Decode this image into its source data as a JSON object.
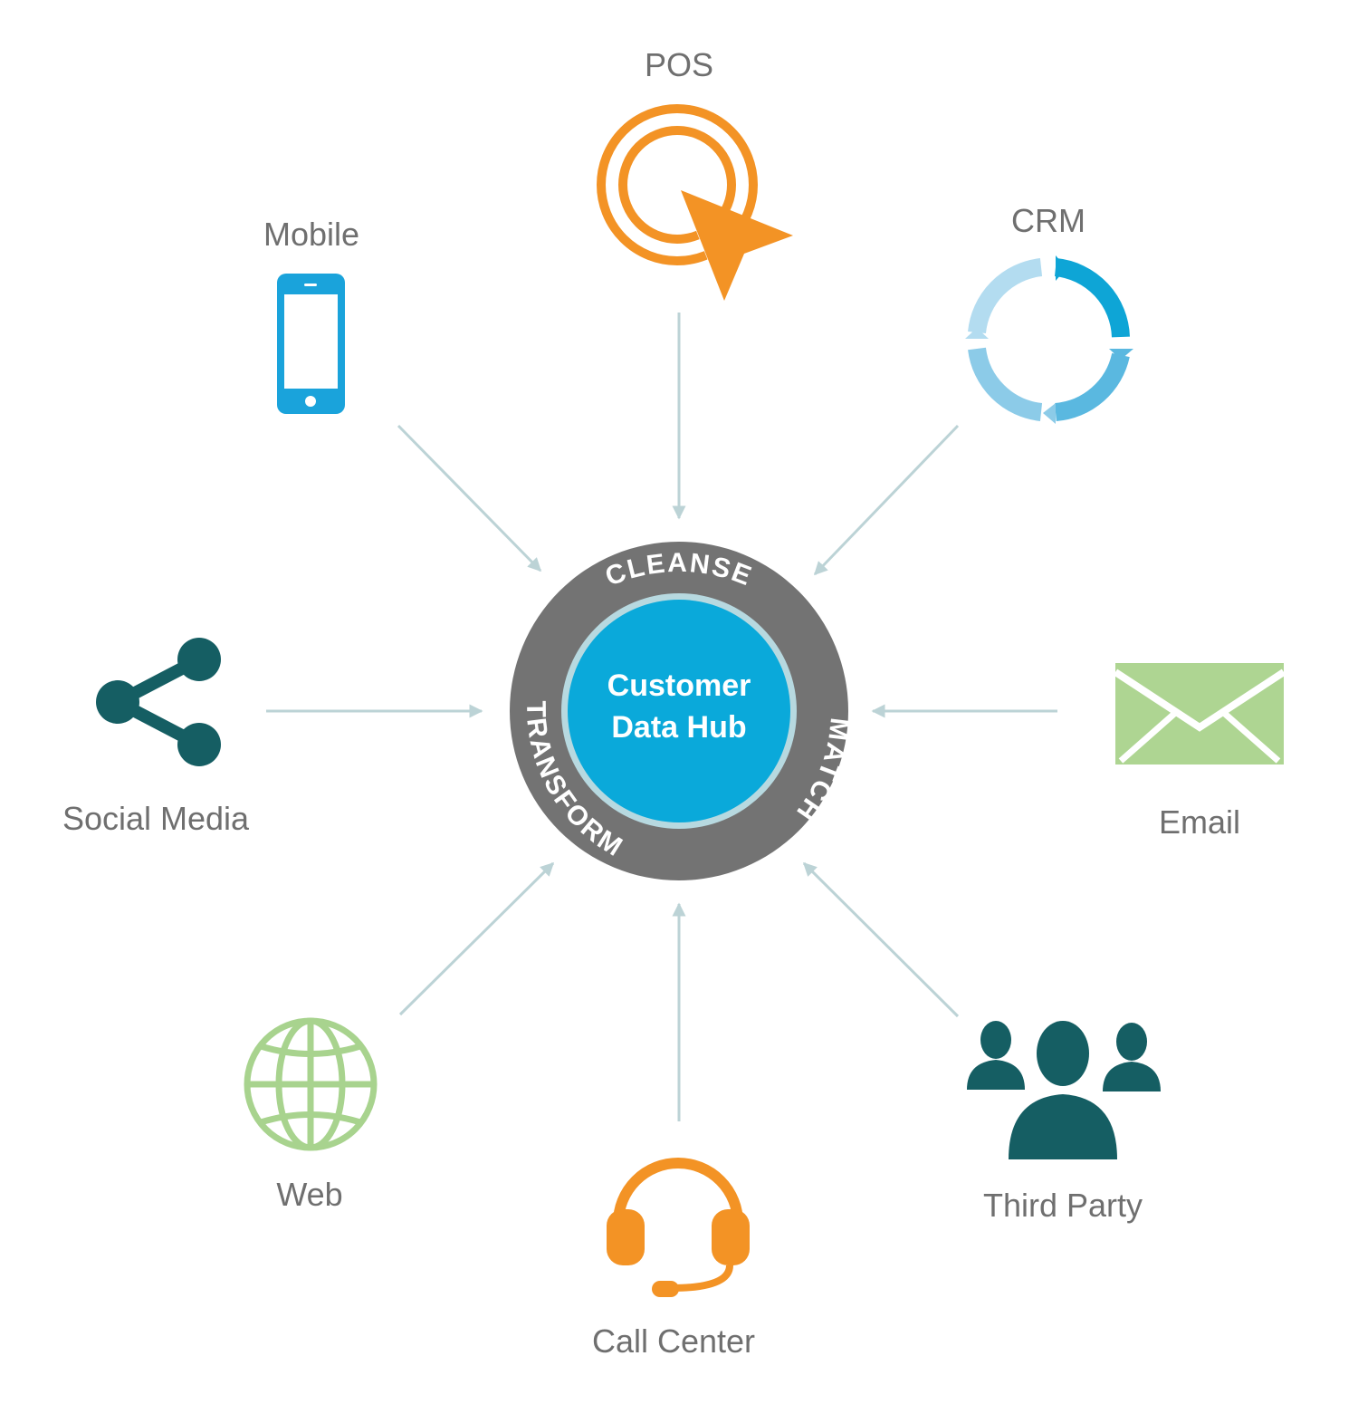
{
  "hub": {
    "title_line1": "Customer",
    "title_line2": "Data Hub",
    "ring_steps": [
      "CLEANSE",
      "MATCH",
      "TRANSFORM"
    ]
  },
  "sources": [
    {
      "id": "pos",
      "label": "POS",
      "icon": "target-cursor-icon",
      "color": "#f39325"
    },
    {
      "id": "mobile",
      "label": "Mobile",
      "icon": "smartphone-icon",
      "color": "#1aa3db"
    },
    {
      "id": "crm",
      "label": "CRM",
      "icon": "cycle-arrows-icon",
      "color": "#0ea5d6"
    },
    {
      "id": "social",
      "label": "Social Media",
      "icon": "share-icon",
      "color": "#155e63"
    },
    {
      "id": "email",
      "label": "Email",
      "icon": "envelope-icon",
      "color": "#aed592"
    },
    {
      "id": "web",
      "label": "Web",
      "icon": "globe-icon",
      "color": "#a8d38e"
    },
    {
      "id": "callcenter",
      "label": "Call Center",
      "icon": "headset-icon",
      "color": "#f39325"
    },
    {
      "id": "thirdparty",
      "label": "Third Party",
      "icon": "people-group-icon",
      "color": "#155e63"
    }
  ],
  "colors": {
    "ring": "#737373",
    "hub_fill": "#0aa9da",
    "hub_border": "#b7d9e0",
    "arrow": "#bcd3d6",
    "label": "#6f6f6f"
  }
}
